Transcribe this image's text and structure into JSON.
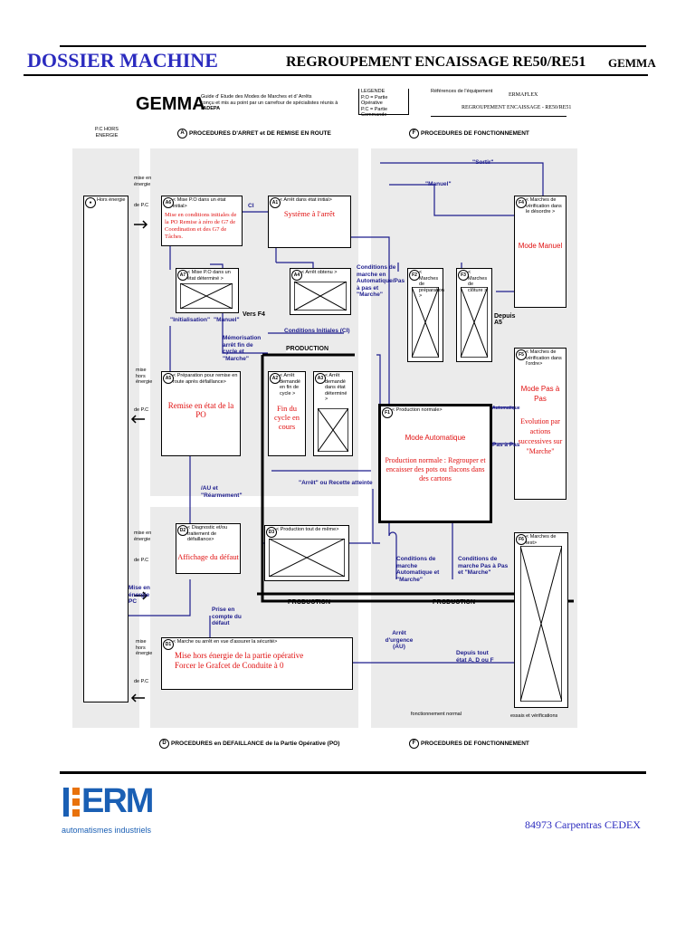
{
  "header": {
    "left_title": "DOSSIER MACHINE",
    "center_title": "REGROUPEMENT ENCAISSAGE RE50/RE51",
    "right_title": "GEMMA"
  },
  "gemma_heading": {
    "logo": "GEMMA",
    "desc_line1": "Guide d' Etude des Modes de Marches et d' Arrêts",
    "desc_line2_prefix": "conçu et mis au point par un carrefour de spécialistes réunis à l'",
    "desc_line2_bold": "ADEPA",
    "legend_title": "LEGENDE",
    "legend_po": "P.O = Partie Opérative",
    "legend_pc": "P.C = Partie Commande",
    "ref_label": "Références de l'équipement",
    "ref_company": "ERMAFLEX",
    "ref_machine": "REGROUPEMENT ENCAISSAGE - RE50/RE51"
  },
  "sections": {
    "pc_hors_energie": "P.C HORS ENERGIE",
    "a_title": "PROCEDURES D'ARRET et DE REMISE EN ROUTE",
    "f_title_top": "PROCEDURES DE FONCTIONNEMENT",
    "d_title": "PROCEDURES en DEFAILLANCE de la Partie Opérative (PO)",
    "f_title_bottom": "PROCEDURES DE FONCTIONNEMENT",
    "a_letter": "A",
    "f_letter": "F",
    "d_letter": "D"
  },
  "left_column": {
    "hors_energie": "Hors énergie",
    "mise_en_energie_1": "mise en énergie",
    "de_pc_1": "de P.C",
    "mise_hors_energie_1": "mise hors énergie",
    "de_pc_2": "de P.C",
    "mise_en_energie_2": "mise en énergie",
    "de_pc_3": "de P.C",
    "mise_en_energie_pc": "Mise en énergie PC",
    "mise_hors_energie_2": "mise hors énergie",
    "de_pc_4": "de P.C"
  },
  "states": {
    "a6_head": "< Mise P.O dans un état initial>",
    "a6_text": "Mise en conditions initiales de la PO Remise à zéro de G7 de Coordination et des G7 de Tâches.",
    "a1_head": "< Arrêt dans état initial>",
    "a1_text": "Système à l'arrêt",
    "a7_head": "< Mise P.O dans un état déterminé >",
    "a4_head": "< Arrêt obtenu >",
    "a5_head": "< Préparation pour remise en route après défaillance>",
    "a5_text": "Remise en état de la PO",
    "a2_head": "< Arrêt demandé en fin de cycle >",
    "a2_text": "Fin du cycle en cours",
    "a3_head": "< Arrêt demandé dans état déterminé >",
    "f1_head": "< Production normale>",
    "f1_title": "Mode Automatique",
    "f1_text": "Production normale : Regrouper et encaisser des pots ou flacons dans des cartons",
    "f2_head": "< Marches de préparation >",
    "f3_head": "< Marches de clôture >",
    "f4_head": "< Marches de vérification dans le désordre >",
    "f4_text": "Mode Manuel",
    "f5_head": "< Marches de vérification dans l'ordre>",
    "f5_title": "Mode Pas à Pas",
    "f5_text": "Evolution par actions successives sur \"Marche\"",
    "f6_head": "< Marches de test>",
    "d2_head": "< Diagnostic et/ou traitement de défaillance>",
    "d2_text": "Affichage du défaut",
    "d3_head": "< Production tout de même>",
    "d1_head": "< Marche ou arrêt en vue d'assurer la sécurité>",
    "d1_text": "Mise hors énergie de la partie opérative Forcer le Grafcet de Conduite à 0"
  },
  "transitions": {
    "sortir": "\"Sortir\"",
    "manuel_top": "\"Manuel\"",
    "ci": "CI",
    "conditions_marche_auto_pas": "Conditions de marche en Automatique/Pas à pas et \"Marche\"",
    "initialisation": "\"Initialisation\"",
    "manuel_mid": "\"Manuel\"",
    "vers_f4": "Vers F4",
    "conditions_initiales": "Conditions Initiales (CI)",
    "memorisation": "Mémorisation arrêt fin de cycle et \"Marche\"",
    "production_top": "PRODUCTION",
    "depuis_a5": "Depuis A5",
    "automatique": "Automatique",
    "pas_a_pas": "Pas à Pas",
    "au_rearmement": "/AU et \"Réarmement\"",
    "arret_recette": "\"Arrêt\" ou Recette atteinte",
    "conditions_auto_marche": "Conditions de marche Automatique et \"Marche\"",
    "conditions_pas_marche": "Conditions de marche Pas à Pas et \"Marche\"",
    "production_mid": "PRODUCTION",
    "production_right": "PRODUCTION",
    "prise_en_compte": "Prise en compte du défaut",
    "arret_urgence": "Arrêt d'urgence (AU)",
    "depuis_tout_etat": "Depuis tout état A, D ou F",
    "fonctionnement_normal": "fonctionnement normal",
    "essais_verifications": "essais et vérifications"
  },
  "footer": {
    "logo_text": "ERM",
    "logo_sub": "automatismes industriels",
    "address": "84973 Carpentras CEDEX"
  },
  "colors": {
    "accent_blue": "#2b2bbf",
    "state_red": "#e01010",
    "line_blue": "#1c1c8c",
    "zone_gray": "#ebebeb",
    "erm_blue": "#1a5fb4",
    "erm_orange": "#e8720c"
  }
}
